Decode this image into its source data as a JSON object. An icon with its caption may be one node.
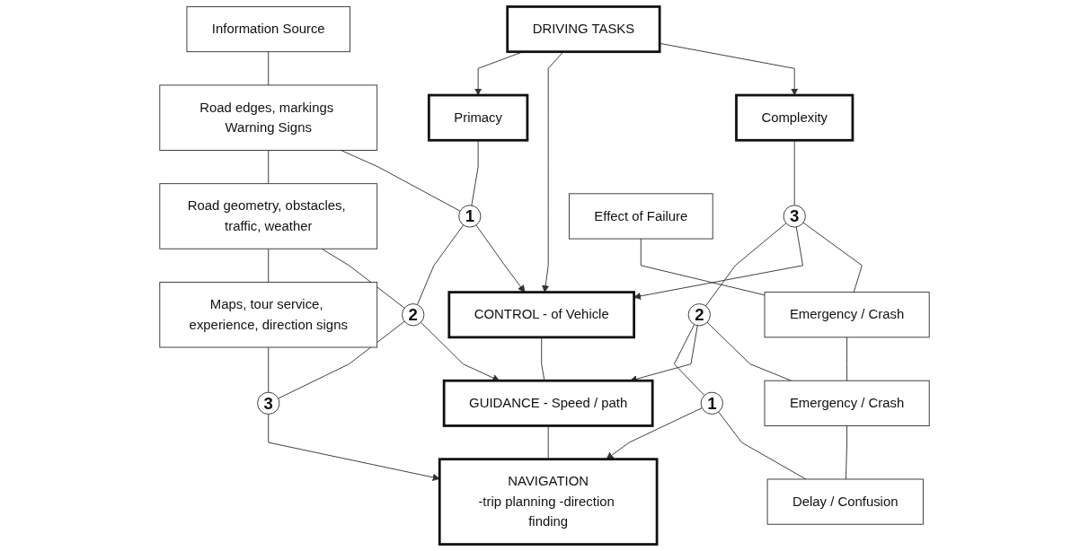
{
  "diagram": {
    "nodes": [
      {
        "text": [
          "DRIVING TASKS"
        ]
      },
      {
        "text": [
          "Primacy"
        ]
      },
      {
        "text": [
          "Complexity"
        ]
      },
      {
        "text": [
          "Information Source"
        ]
      },
      {
        "text": [
          "Road edges, markings Warning Signs"
        ]
      },
      {
        "text": [
          "Road geometry, obstacles, traffic, weather"
        ]
      },
      {
        "text": [
          "Maps, tour service, experience, direction signs"
        ]
      },
      {
        "text": [
          "1"
        ]
      },
      {
        "text": [
          "2"
        ]
      },
      {
        "text": [
          "3"
        ]
      },
      {
        "text": [
          "CONTROL - of Vehicle"
        ]
      },
      {
        "text": [
          "GUIDANCE - Speed / path"
        ]
      },
      {
        "text": [
          "NAVIGATION",
          "-trip planning -direction finding"
        ]
      },
      {
        "text": [
          "3"
        ]
      },
      {
        "text": [
          "2"
        ]
      },
      {
        "text": [
          "1"
        ]
      },
      {
        "text": [
          "Effect of Failure"
        ]
      },
      {
        "text": [
          "Emergency / Crash"
        ]
      },
      {
        "text": [
          "Emergency / Crash"
        ]
      },
      {
        "text": [
          "Delay / Confusion"
        ]
      }
    ],
    "edges": [
      {
        "from": 0,
        "to": 1,
        "arrow": "to"
      },
      {
        "from": 0,
        "to": 10,
        "arrow": "to"
      },
      {
        "from": 0,
        "to": 2,
        "arrow": "to"
      },
      {
        "from": 1,
        "to": 7,
        "arrow": "none"
      },
      {
        "from": 7,
        "to": 8,
        "arrow": "none"
      },
      {
        "from": 8,
        "to": 9,
        "arrow": "none"
      },
      {
        "from": 2,
        "to": 13,
        "arrow": "none"
      },
      {
        "from": 13,
        "to": 14,
        "arrow": "none"
      },
      {
        "from": 14,
        "to": 15,
        "arrow": "none"
      },
      {
        "from": 3,
        "to": 4,
        "arrow": "none"
      },
      {
        "from": 4,
        "to": 5,
        "arrow": "none"
      },
      {
        "from": 5,
        "to": 6,
        "arrow": "none"
      },
      {
        "from": 16,
        "to": 17,
        "arrow": "none"
      },
      {
        "from": 17,
        "to": 18,
        "arrow": "none"
      },
      {
        "from": 18,
        "to": 19,
        "arrow": "none"
      },
      {
        "from": 4,
        "to": 7,
        "arrow": "none"
      },
      {
        "from": 5,
        "to": 8,
        "arrow": "none"
      },
      {
        "from": 6,
        "to": 9,
        "arrow": "none"
      },
      {
        "from": 7,
        "to": 10,
        "arrow": "to"
      },
      {
        "from": 8,
        "to": 11,
        "arrow": "to"
      },
      {
        "from": 9,
        "to": 12,
        "arrow": "to"
      },
      {
        "from": 13,
        "to": 10,
        "arrow": "to"
      },
      {
        "from": 14,
        "to": 11,
        "arrow": "to"
      },
      {
        "from": 15,
        "to": 12,
        "arrow": "to"
      },
      {
        "from": 13,
        "to": 17,
        "arrow": "none"
      },
      {
        "from": 14,
        "to": 18,
        "arrow": "none"
      },
      {
        "from": 15,
        "to": 19,
        "arrow": "none"
      },
      {
        "from": 10,
        "to": 11,
        "arrow": "none"
      },
      {
        "from": 11,
        "to": 12,
        "arrow": "none"
      }
    ]
  }
}
